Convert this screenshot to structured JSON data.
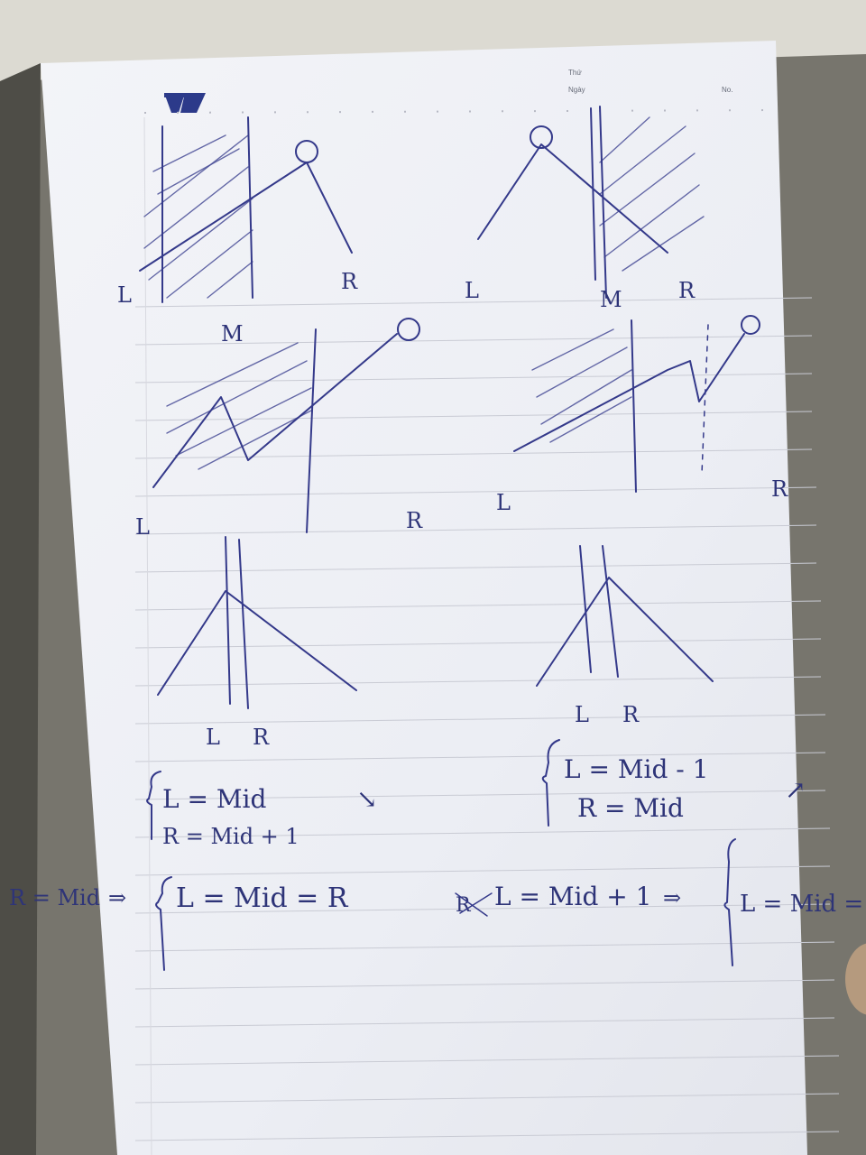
{
  "notebook": {
    "brand_icon": "notebook-brand-logo",
    "header": {
      "weekday_label": "Thứ",
      "date_label": "Ngày",
      "number_label": "No."
    }
  },
  "sketch_labels": {
    "panel1": {
      "left": "L",
      "mid": "M",
      "right": "R"
    },
    "panel2": {
      "left": "L",
      "mid": "M",
      "right": "R"
    },
    "panel3": {
      "left": "L",
      "right": "R"
    },
    "panel4": {
      "left": "L",
      "right": "R"
    },
    "panel5": {
      "left": "L",
      "right": "R"
    },
    "panel6": {
      "left": "L",
      "right": "R"
    }
  },
  "notes": {
    "left_case": {
      "line1": "L = Mid",
      "line2": "R = Mid + 1",
      "arrow": "↘"
    },
    "right_case": {
      "line1": "L = Mid - 1",
      "line2": "R = Mid",
      "arrow": "↗"
    },
    "bottom_left": {
      "condition": "R = Mid",
      "result": "L = Mid = R"
    },
    "bottom_right": {
      "condition": "L = Mid + 1",
      "result": "L = Mid = R"
    }
  }
}
